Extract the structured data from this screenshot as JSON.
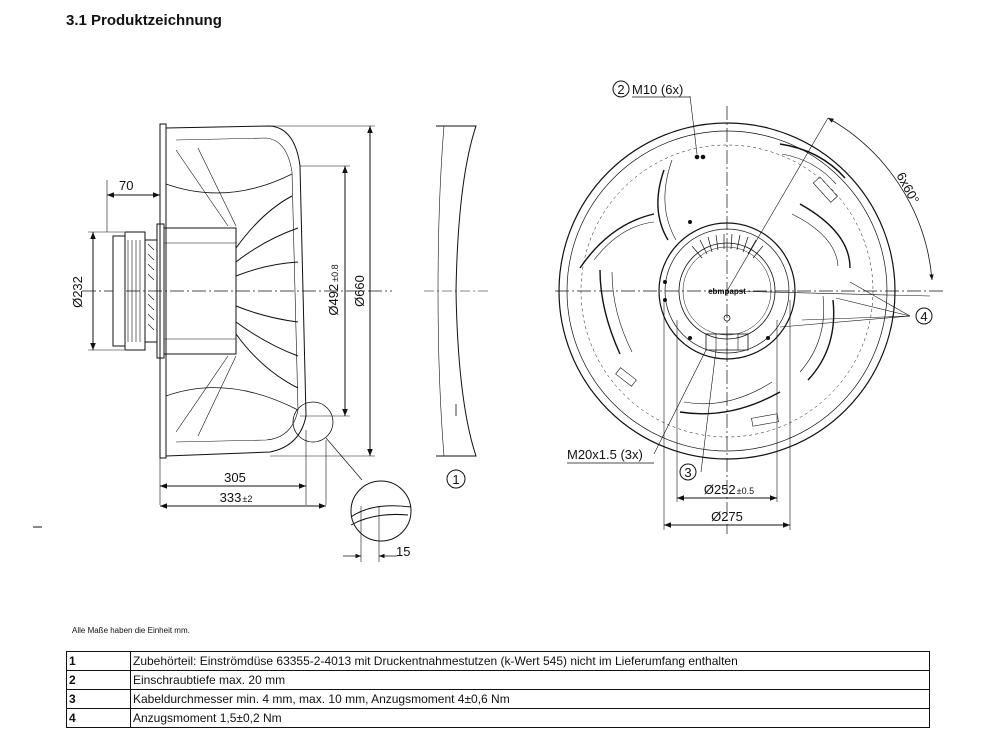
{
  "section_title": "3.1 Produktzeichnung",
  "side_view": {
    "dim_70": "70",
    "dim_232": "Ø232",
    "dim_492": "Ø492",
    "dim_492_tol": "±0.8",
    "dim_660": "Ø660",
    "dim_305": "305",
    "dim_333": "333",
    "dim_333_tol": "±2",
    "dim_15": "15"
  },
  "nozzle_callout": "1",
  "front_view": {
    "callout_2": "2",
    "m10_label": "M10 (6x)",
    "angle_label": "6x60°",
    "callout_4": "4",
    "m20_label": "M20x1.5 (3x)",
    "callout_3": "3",
    "dim_252": "Ø252",
    "dim_252_tol": "±0.5",
    "dim_275": "Ø275",
    "brand": "ebmpapst"
  },
  "units_note": "Alle Maße haben die Einheit mm.",
  "notes": [
    {
      "num": "1",
      "text": "Zubehörteil: Einströmdüse 63355-2-4013 mit Druckentnahmestutzen (k-Wert 545) nicht im Lieferumfang enthalten"
    },
    {
      "num": "2",
      "text": "Einschraubtiefe max. 20 mm"
    },
    {
      "num": "3",
      "text": "Kabeldurchmesser min. 4 mm, max. 10 mm, Anzugsmoment 4±0,6 Nm"
    },
    {
      "num": "4",
      "text": "Anzugsmoment 1,5±0,2 Nm"
    }
  ]
}
